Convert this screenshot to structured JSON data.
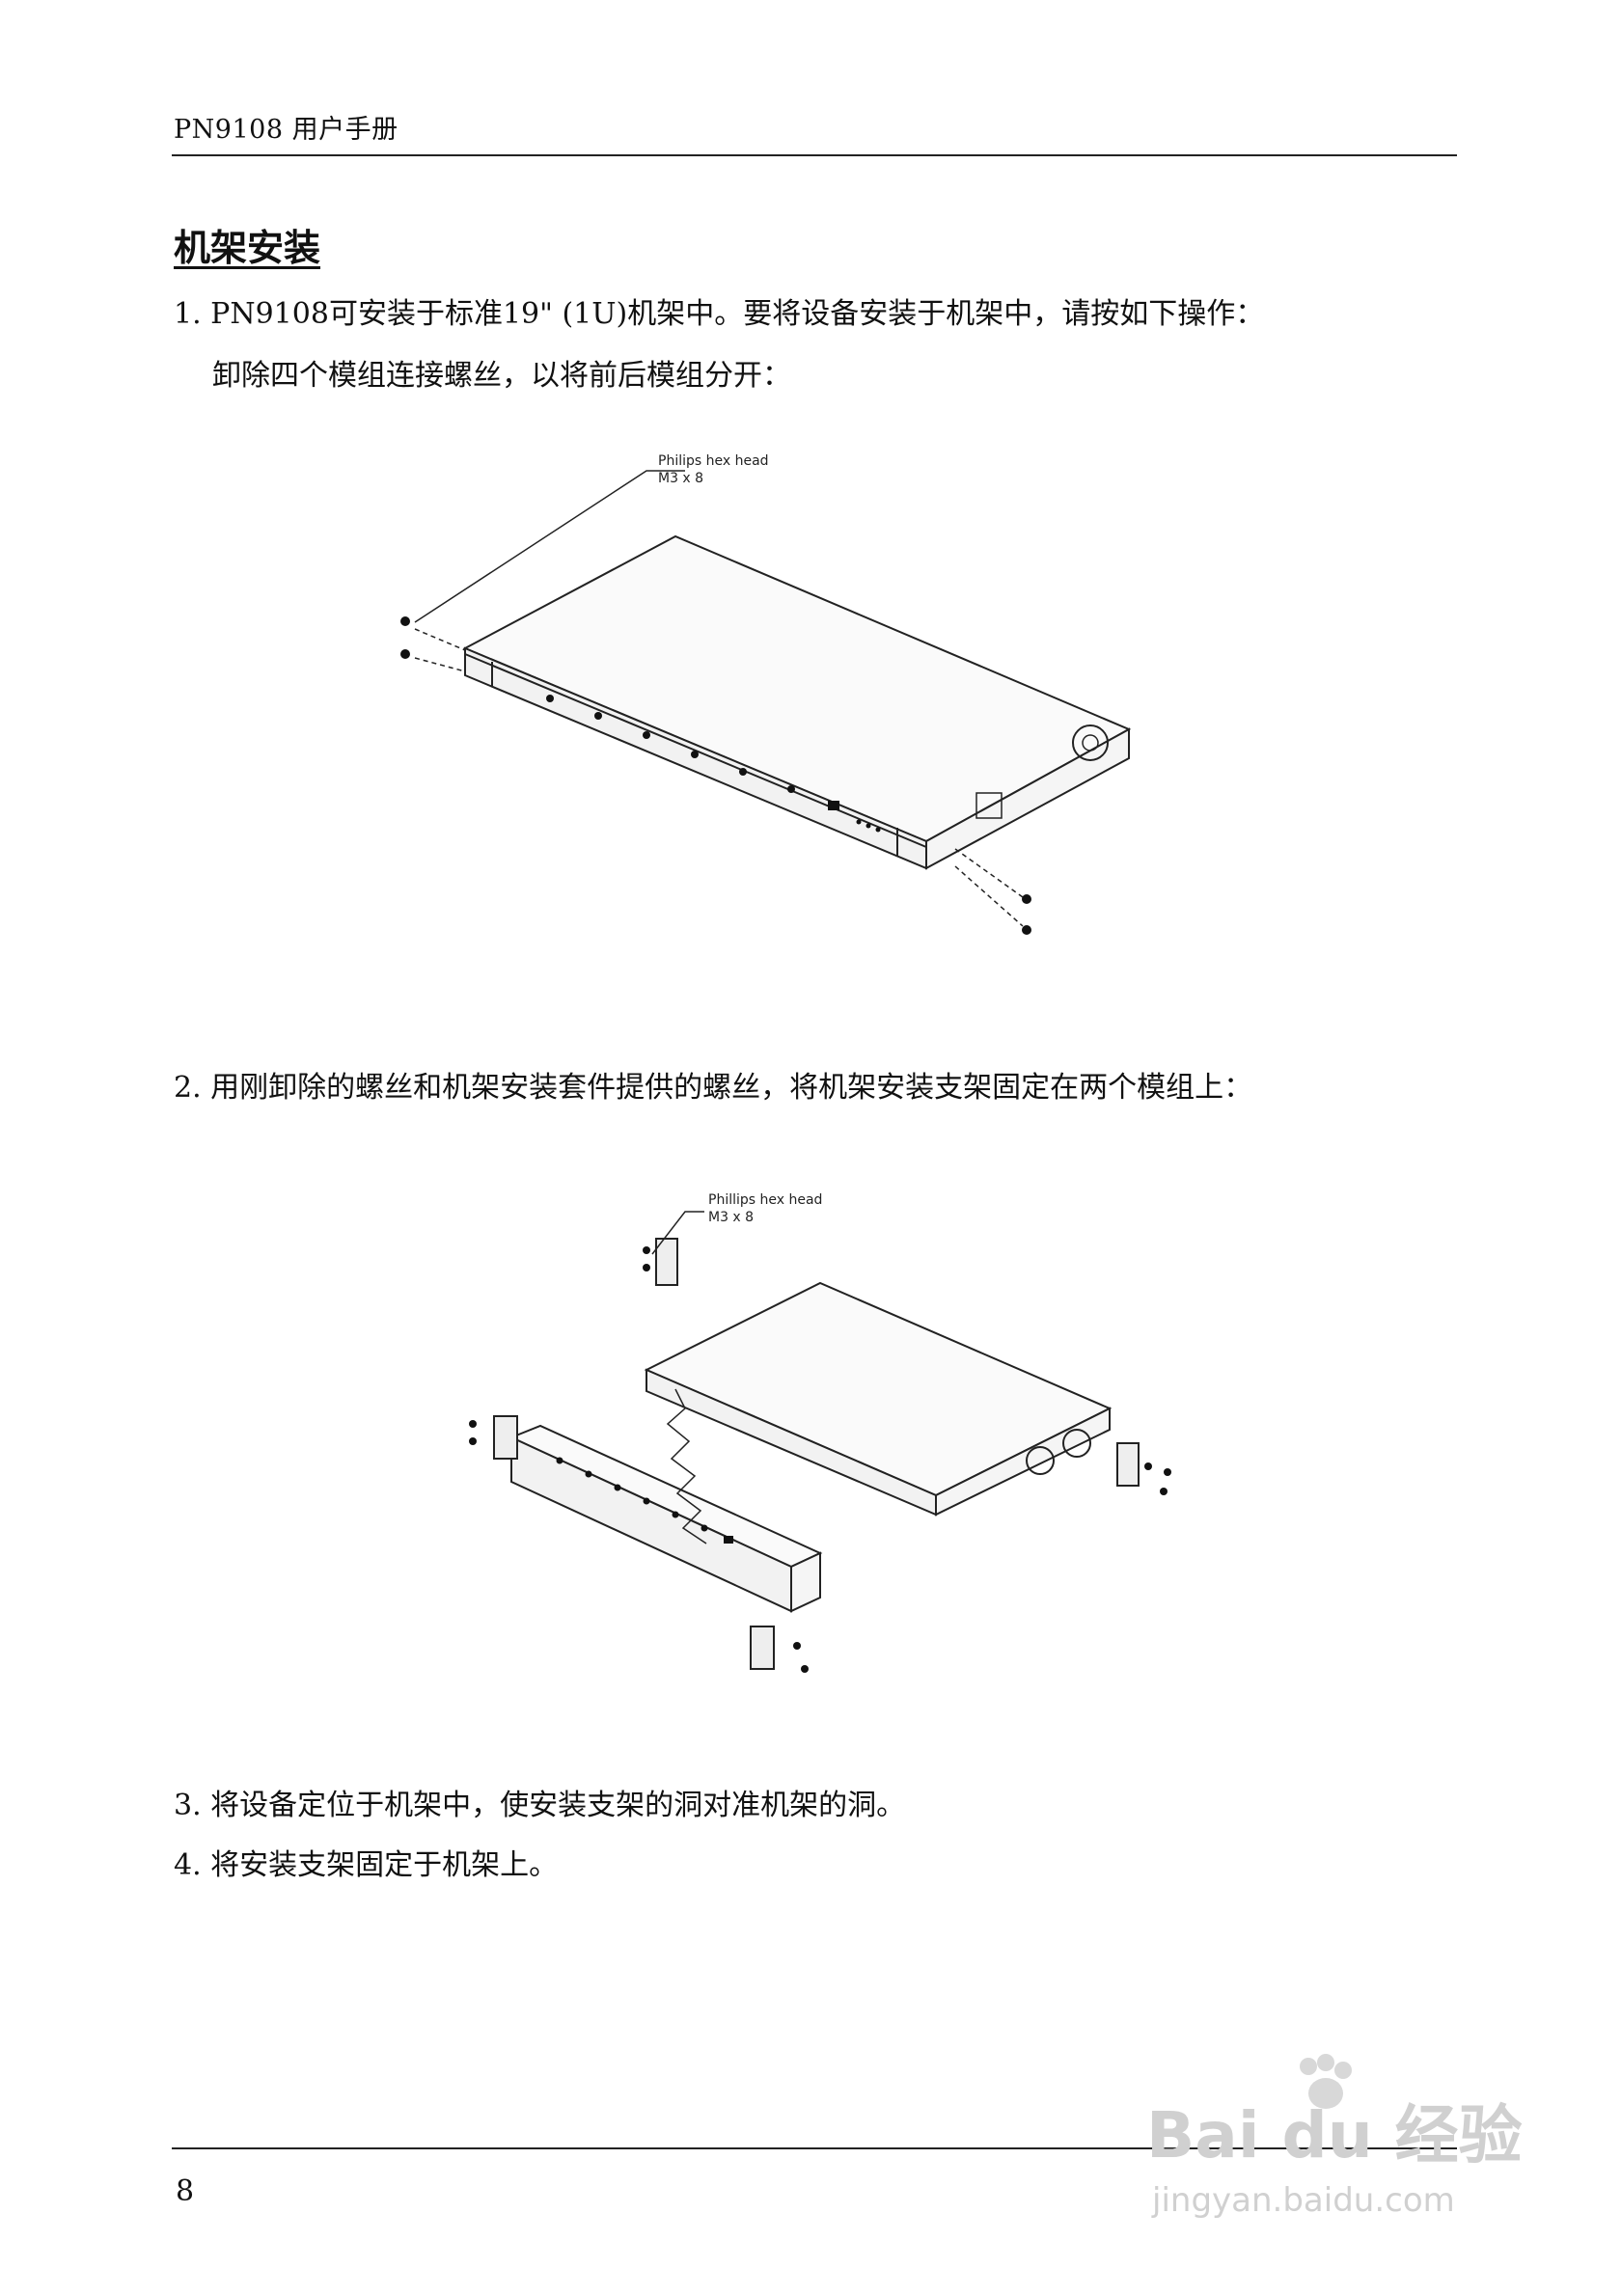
{
  "header": {
    "title": "PN9108  用户手册"
  },
  "section": {
    "title": "机架安装"
  },
  "steps": {
    "step1": "1. PN9108可安装于标准19\" (1U)机架中。要将设备安装于机架中，请按如下操作：",
    "step1_sub": "卸除四个模组连接螺丝，以将前后模组分开：",
    "step2": "2.  用刚卸除的螺丝和机架安装套件提供的螺丝，将机架安装支架固定在两个模组上：",
    "step3": "3.  将设备定位于机架中，使安装支架的洞对准机架的洞。",
    "step4": "4.  将安装支架固定于机架上。"
  },
  "figure1": {
    "callout_line1": "Philips hex head",
    "callout_line2": "M3 x 8"
  },
  "figure2": {
    "callout_line1": "Phillips hex head",
    "callout_line2": "M3 x 8"
  },
  "footer": {
    "page_number": "8"
  },
  "watermark": {
    "brand": "Bai du 经验",
    "url": "jingyan.baidu.com"
  }
}
